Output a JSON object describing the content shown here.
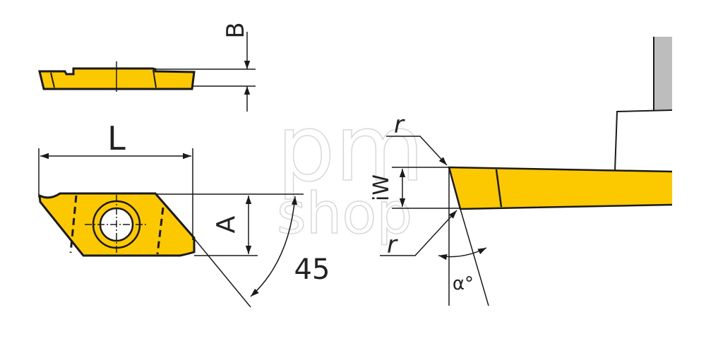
{
  "labels": {
    "thickness": "B",
    "length": "L",
    "height": "A",
    "angle": "45",
    "width": "iW",
    "radius_top": "r",
    "radius_bottom": "r",
    "clearance_angle": "α°"
  },
  "watermark": {
    "line1": "pm",
    "line2": "shop"
  },
  "colors": {
    "insert": "#FCC800",
    "holder": "#BDBDBD",
    "outline": "#1a1a1a"
  }
}
